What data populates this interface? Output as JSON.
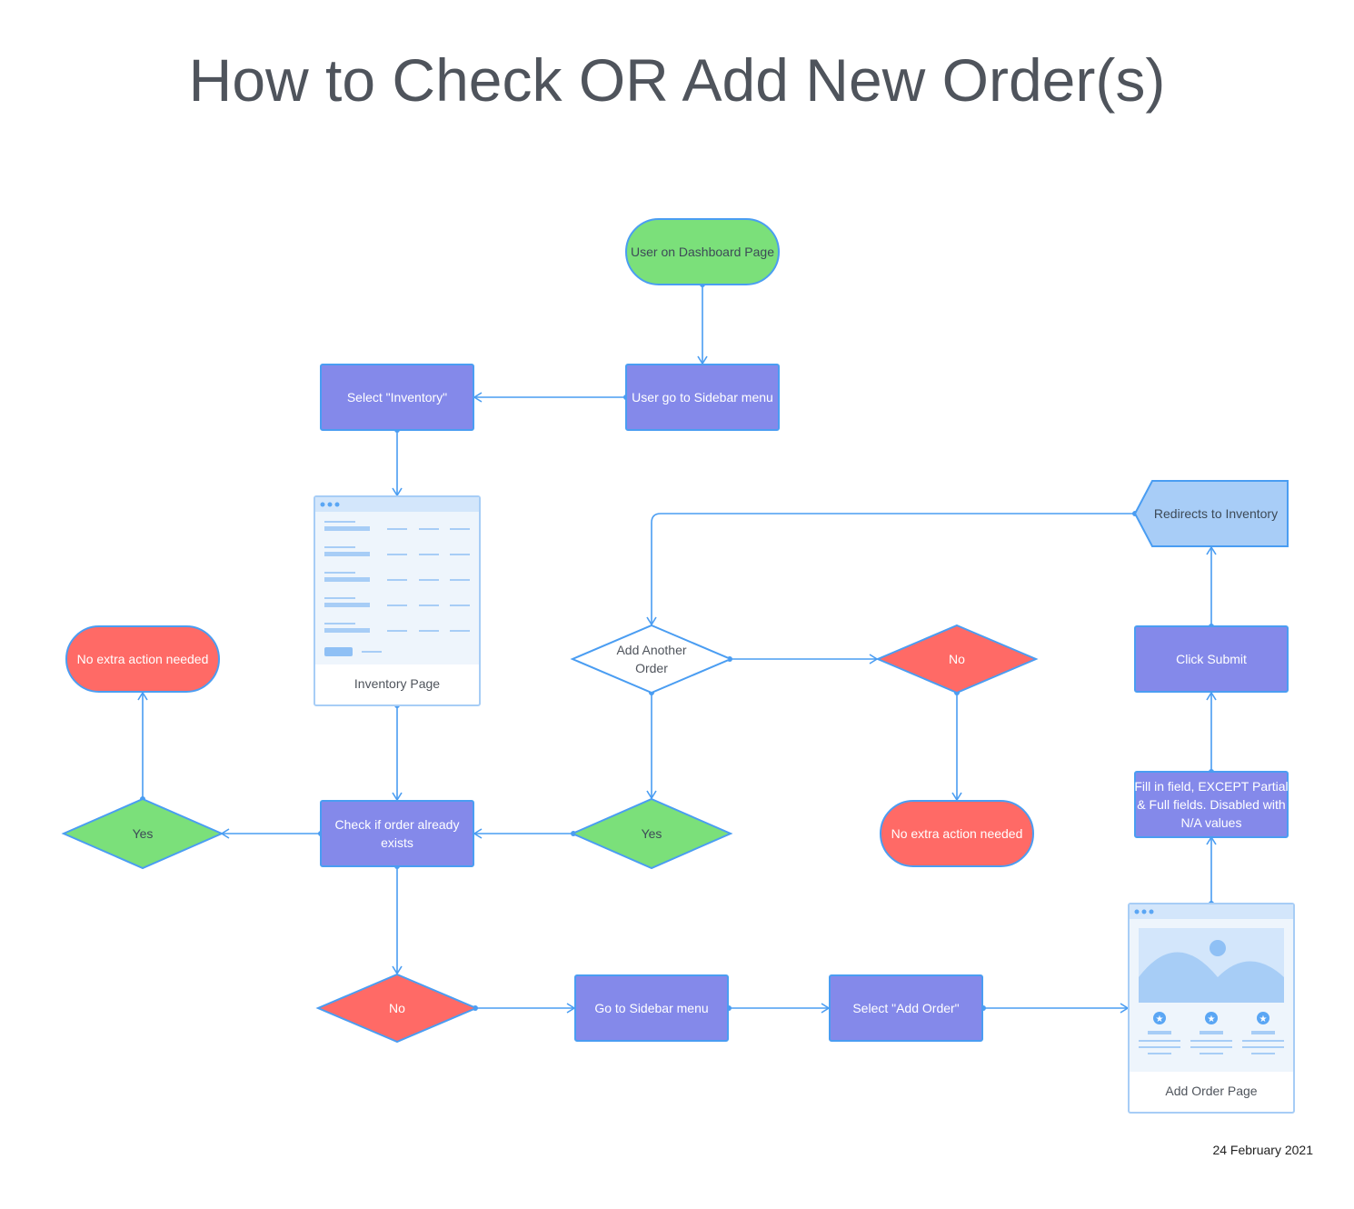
{
  "title": "How to Check OR Add New Order(s)",
  "date": "24 February 2021",
  "colors": {
    "process": "#8489ea",
    "start": "#7be07a",
    "no": "#ff6a66",
    "outline": "#4a9df2",
    "redirect": "#a8cdf7",
    "mockup": "#eef5fc",
    "mockup_accent": "#a7cdf6",
    "title": "#4f545c"
  },
  "nodes": {
    "start": "User on Dashboard Page",
    "sidebar": "User go to Sidebar menu",
    "select_inventory": "Select \"Inventory\"",
    "inventory_page": "Inventory Page",
    "check_order": [
      "Check if order already",
      "exists"
    ],
    "yes_left": "Yes",
    "no_extra_left": "No extra action needed",
    "yes_mid": "Yes",
    "add_another": [
      "Add Another",
      "Order"
    ],
    "no_right": "No",
    "no_extra_right": "No extra action needed",
    "no_bottom": "No",
    "go_sidebar": "Go to Sidebar menu",
    "select_add_order": "Select \"Add Order\"",
    "add_order_page": "Add Order Page",
    "fill_in": [
      "Fill in field, EXCEPT Partial",
      "& Full fields. Disabled with",
      "N/A values"
    ],
    "click_submit": "Click Submit",
    "redirects": "Redirects to Inventory"
  }
}
